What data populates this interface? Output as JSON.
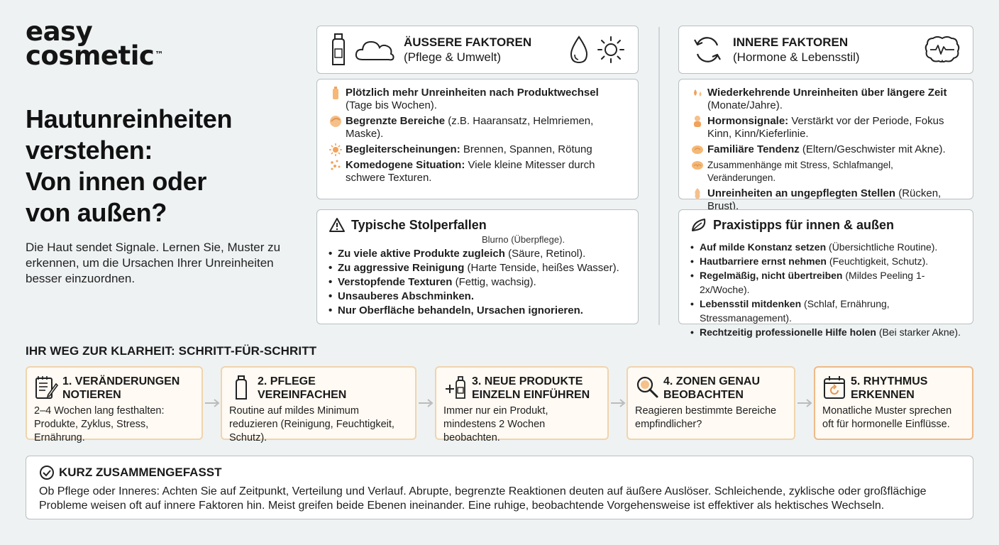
{
  "brand": {
    "line1": "easy",
    "line2": "cosmetic",
    "tm": "™"
  },
  "headline": {
    "l1": "Hautunreinheiten",
    "l2": "verstehen:",
    "l3": "Von innen oder",
    "l4": "von außen?"
  },
  "intro": "Die Haut sendet Signale. Lernen Sie, Muster zu erkennen, um die Ursachen Ihrer Unreinheiten besser einzuordnen.",
  "outer": {
    "title": "ÄUSSERE FAKTOREN",
    "subtitle": "(Pflege & Umwelt)",
    "items": [
      {
        "bold": "Plötzlich mehr Unreinheiten nach Produktwechsel",
        "rest": " (Tage bis Wochen)."
      },
      {
        "bold": "Begrenzte Bereiche",
        "rest": " (z.B. Haaransatz, Helmriemen, Maske)."
      },
      {
        "bold": "Begleiterscheinungen:",
        "rest": " Brennen, Spannen, Rötung"
      },
      {
        "bold": "Komedogene Situation:",
        "rest": " Viele kleine Mitesser durch schwere Texturen."
      }
    ]
  },
  "inner": {
    "title": "INNERE FAKTOREN",
    "subtitle": "(Hormone & Lebensstil)",
    "items": [
      {
        "bold": "Wiederkehrende Unreinheiten über längere Zeit",
        "rest": " (Monate/Jahre)."
      },
      {
        "bold": "Hormonsignale:",
        "rest": " Verstärkt vor der Periode, Fokus Kinn, Kinn/Kieferlinie."
      },
      {
        "bold": "Familiäre Tendenz",
        "rest": " (Eltern/Geschwister mit Akne)."
      },
      {
        "bold": "",
        "rest": "Zusammenhänge mit Stress, Schlafmangel, Veränderungen."
      },
      {
        "bold": "Unreinheiten an ungepflegten Stellen",
        "rest": " (Rücken, Brust)."
      }
    ]
  },
  "pitfalls": {
    "title": "Typische Stolperfallen",
    "note": "Blurno (Überpflege).",
    "items": [
      {
        "bold": "Zu viele aktive Produkte zugleich",
        "rest": " (Säure, Retinol)."
      },
      {
        "bold": "Zu aggressive Reinigung",
        "rest": " (Harte Tenside, heißes Wasser)."
      },
      {
        "bold": "Verstopfende Texturen",
        "rest": " (Fettig, wachsig)."
      },
      {
        "bold": "Unsauberes Abschminken.",
        "rest": ""
      },
      {
        "bold": "Nur Oberfläche behandeln, Ursachen ignorieren.",
        "rest": ""
      }
    ]
  },
  "tips": {
    "title": "Praxistipps für innen & außen",
    "items": [
      {
        "bold": "Auf milde Konstanz setzen",
        "rest": " (Übersichtliche Routine)."
      },
      {
        "bold": "Hautbarriere ernst nehmen",
        "rest": " (Feuchtigkeit, Schutz)."
      },
      {
        "bold": "Regelmäßig, nicht übertreiben",
        "rest": " (Mildes Peeling 1-2x/Woche)."
      },
      {
        "bold": "Lebensstil mitdenken",
        "rest": " (Schlaf, Ernährung, Stressmanagement)."
      },
      {
        "bold": "Rechtzeitig professionelle Hilfe holen",
        "rest": " (Bei starker Akne)."
      }
    ]
  },
  "steps_title": "IHR WEG ZUR KLARHEIT: SCHRITT-FÜR-SCHRITT",
  "steps": [
    {
      "t1": "1. VERÄNDERUNGEN",
      "t2": "NOTIEREN",
      "desc": "2–4 Wochen lang festhalten: Produkte, Zyklus, Stress, Ernährung."
    },
    {
      "t1": "2. PFLEGE",
      "t2": "VEREINFACHEN",
      "desc": "Routine auf mildes Minimum reduzieren (Reinigung, Feuchtigkeit, Schutz)."
    },
    {
      "t1": "3. NEUE PRODUKTE",
      "t2": "EINZELN EINFÜHREN",
      "desc": "Immer nur ein Produkt, mindestens 2 Wochen beobachten."
    },
    {
      "t1": "4. ZONEN GENAU",
      "t2": "BEOBACHTEN",
      "desc": "Reagieren bestimmte Bereiche empfindlicher?"
    },
    {
      "t1": "5. RHYTHMUS",
      "t2": "ERKENNEN",
      "desc": "Monatliche Muster sprechen oft für hormonelle Einflüsse."
    }
  ],
  "summary": {
    "title": "KURZ ZUSAMMENGEFASST",
    "text": "Ob Pflege oder Inneres: Achten Sie auf Zeitpunkt, Verteilung und Verlauf. Abrupte, begrenzte Reaktionen deuten auf äußere Auslöser. Schleichende, zyklische oder großflächige Probleme weisen oft auf innere Faktoren hin. Meist greifen beide Ebenen ineinander. Eine ruhige, beobachtende Vorgehensweise ist effektiver als hektisches Wechseln."
  },
  "colors": {
    "accent": "#f2b06a",
    "step_border": "#f0d4ad",
    "step_bg": "#fffaf3",
    "page_bg": "#eef2f3"
  }
}
